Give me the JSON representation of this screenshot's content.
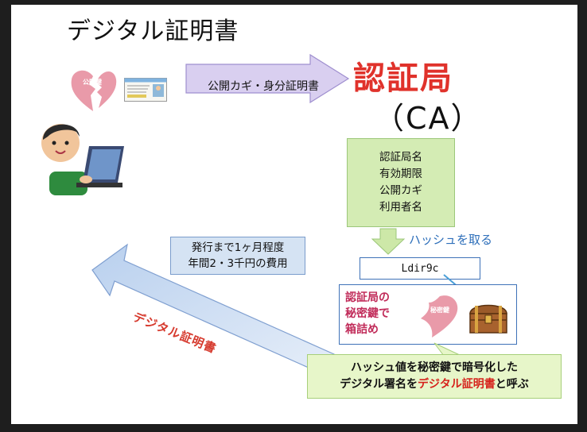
{
  "title": "デジタル証明書",
  "ca": {
    "name": "認証局",
    "abbr": "（CA）"
  },
  "submit_label": "公開カギ・身分証明書",
  "pubkey_icon_label": "公開鍵",
  "cert_fields": [
    "認証局名",
    "有効期限",
    "公開カギ",
    "利用者名"
  ],
  "hash_label": "ハッシュを取る",
  "hash_value": "Ldir9c",
  "encrypt_label": [
    "認証局の",
    "秘密鍵で",
    "箱詰め"
  ],
  "privkey_icon_label": "秘密鍵",
  "cost_note": [
    "発行まで1ヶ月程度",
    "年間2・3千円の費用"
  ],
  "cert_arrow_label": "デジタル証明書",
  "callout": {
    "line1": "ハッシュ値を秘密鍵で暗号化した",
    "line2_a": "デジタル署名を",
    "line2_b": "デジタル証明書",
    "line2_c": "と呼ぶ"
  },
  "colors": {
    "accent_red": "#e0322b",
    "cert_green": "#d4ecb4",
    "note_blue": "#d5e3f3",
    "callout_green": "#e7f6c9",
    "arrow_purple": "#d9cff0",
    "key_pink": "#e99aa9",
    "frame_blue": "#3e72b8"
  },
  "icons": [
    "pubkey-icon",
    "id-card-icon",
    "user-at-laptop-icon",
    "privkey-icon",
    "treasure-chest-icon"
  ]
}
